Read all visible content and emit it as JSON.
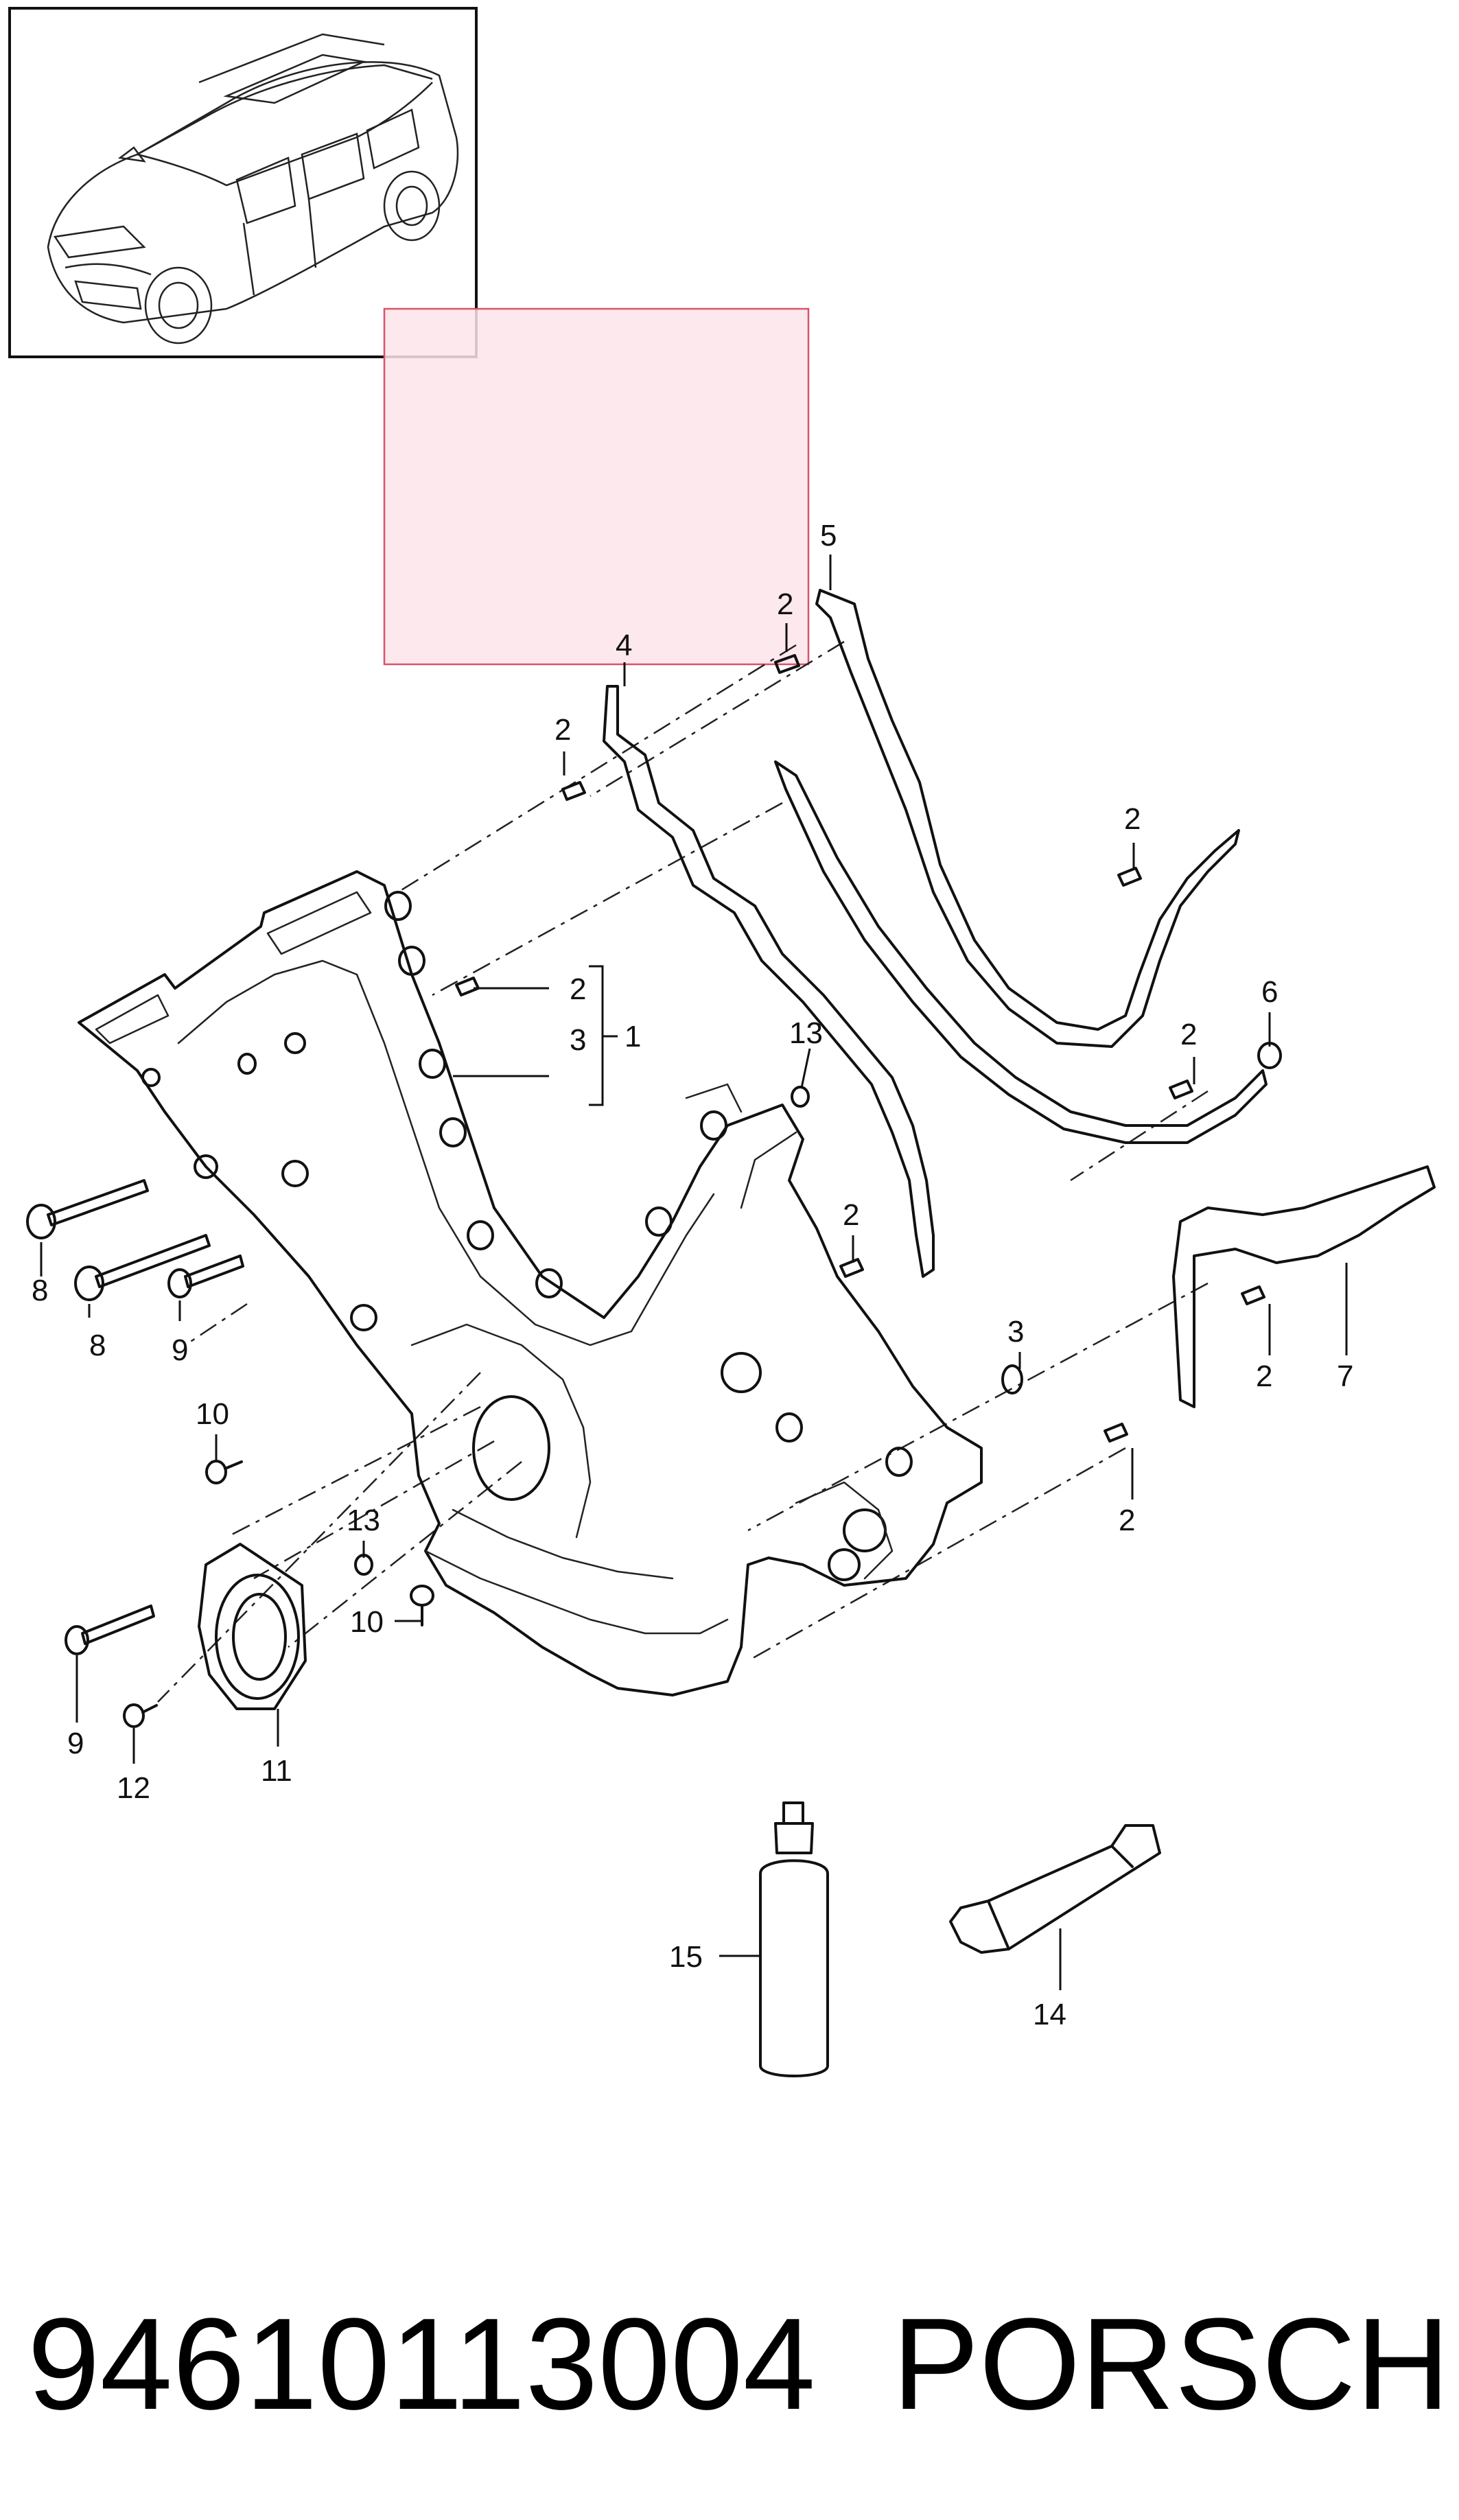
{
  "footer": {
    "part_number": "94610113004",
    "brand": "PORSCHE"
  },
  "callouts": [
    {
      "id": "c5",
      "text": "5"
    },
    {
      "id": "c2a",
      "text": "2"
    },
    {
      "id": "c4",
      "text": "4"
    },
    {
      "id": "c2b",
      "text": "2"
    },
    {
      "id": "c2c",
      "text": "2"
    },
    {
      "id": "c3a",
      "text": "3"
    },
    {
      "id": "c1",
      "text": "1"
    },
    {
      "id": "c2d",
      "text": "2"
    },
    {
      "id": "c6",
      "text": "6"
    },
    {
      "id": "c2e",
      "text": "2"
    },
    {
      "id": "c13a",
      "text": "13"
    },
    {
      "id": "c2f",
      "text": "2"
    },
    {
      "id": "c8a",
      "text": "8"
    },
    {
      "id": "c8b",
      "text": "8"
    },
    {
      "id": "c9a",
      "text": "9"
    },
    {
      "id": "c10a",
      "text": "10"
    },
    {
      "id": "c3b",
      "text": "3"
    },
    {
      "id": "c2g",
      "text": "2"
    },
    {
      "id": "c7",
      "text": "7"
    },
    {
      "id": "c2h",
      "text": "2"
    },
    {
      "id": "c13b",
      "text": "13"
    },
    {
      "id": "c10b",
      "text": "10"
    },
    {
      "id": "c9b",
      "text": "9"
    },
    {
      "id": "c11",
      "text": "11"
    },
    {
      "id": "c12",
      "text": "12"
    },
    {
      "id": "c15",
      "text": "15"
    },
    {
      "id": "c14",
      "text": "14"
    }
  ]
}
